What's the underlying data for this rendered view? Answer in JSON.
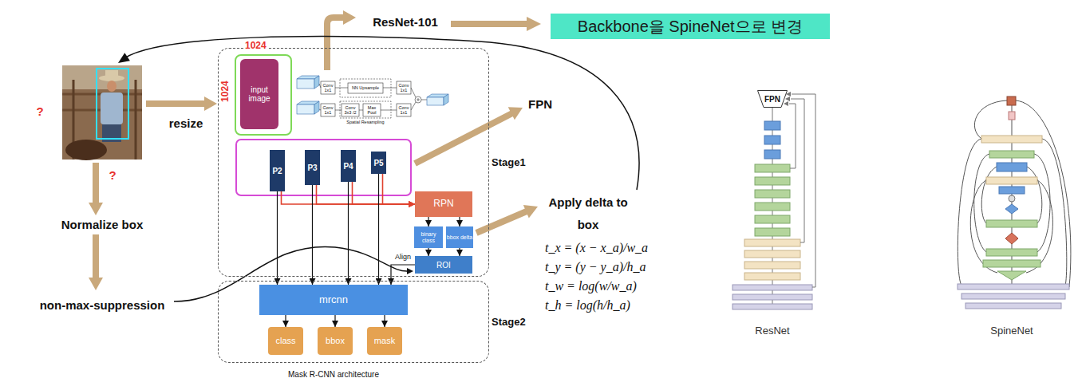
{
  "diagram": {
    "caption": "Mask R-CNN architecture",
    "nodes": [
      {
        "text": [
          "Backbone을 SpineNet으로 변경"
        ]
      },
      {
        "text": [
          "Stage1"
        ]
      },
      {
        "text": [
          "1024",
          "1024"
        ],
        "in": 1
      },
      {
        "text": [
          "input image"
        ],
        "in": 2
      },
      {
        "text": [
          "P2"
        ],
        "in": 1
      },
      {
        "text": [
          "P3"
        ],
        "in": 1
      },
      {
        "text": [
          "P4"
        ],
        "in": 1
      },
      {
        "text": [
          "P5"
        ],
        "in": 1
      },
      {
        "text": [
          "RPN"
        ],
        "in": 1
      },
      {
        "text": [
          "binary class"
        ],
        "in": 1
      },
      {
        "text": [
          "bbox delta"
        ],
        "in": 1
      },
      {
        "text": [
          "ROI"
        ],
        "in": 1
      },
      {
        "text": [
          "Stage2"
        ]
      },
      {
        "text": [
          "mrcnn"
        ],
        "in": 12
      },
      {
        "text": [
          "class"
        ],
        "in": 12
      },
      {
        "text": [
          "bbox"
        ],
        "in": 12
      },
      {
        "text": [
          "mask"
        ],
        "in": 12
      },
      {
        "text": [
          "FPN"
        ]
      }
    ],
    "edges": [
      {
        "from": 4,
        "to": 8,
        "arrow": "to"
      },
      {
        "from": 5,
        "to": 8,
        "arrow": "to"
      },
      {
        "from": 6,
        "to": 8,
        "arrow": "to"
      },
      {
        "from": 7,
        "to": 8,
        "arrow": "to"
      },
      {
        "from": 4,
        "to": 13,
        "arrow": "to"
      },
      {
        "from": 5,
        "to": 13,
        "arrow": "to"
      },
      {
        "from": 6,
        "to": 13,
        "arrow": "to"
      },
      {
        "from": 7,
        "to": 13,
        "arrow": "to"
      },
      {
        "from": 8,
        "to": 9,
        "arrow": "to"
      },
      {
        "from": 8,
        "to": 10,
        "arrow": "to"
      },
      {
        "from": 9,
        "to": 11,
        "arrow": "to"
      },
      {
        "from": 10,
        "to": 11,
        "arrow": "to"
      },
      {
        "from": 11,
        "to": 13,
        "label": "Align",
        "arrow": "to"
      },
      {
        "from": 13,
        "to": 14,
        "arrow": "to"
      },
      {
        "from": 13,
        "to": 15,
        "arrow": "to"
      },
      {
        "from": 13,
        "to": 16,
        "arrow": "to"
      }
    ],
    "labels": [
      "ResNet-101",
      "?",
      "?",
      "resize",
      "Normalize box",
      "non-max-suppression",
      "FPN",
      "Apply delta to box",
      "t_x = (x − x_a)/w_a",
      "t_y = (y − y_a)/h_a",
      "t_w = log(w/w_a)",
      "t_h = log(h/h_a)",
      "ResNet",
      "SpineNet",
      "Conv 1x1",
      "NN Upsample",
      "Conv 1x1",
      "Conv 1x1",
      "Conv 3x3 /2",
      "Max Pool",
      "Conv 1x1",
      "Spatial Resampling"
    ]
  }
}
